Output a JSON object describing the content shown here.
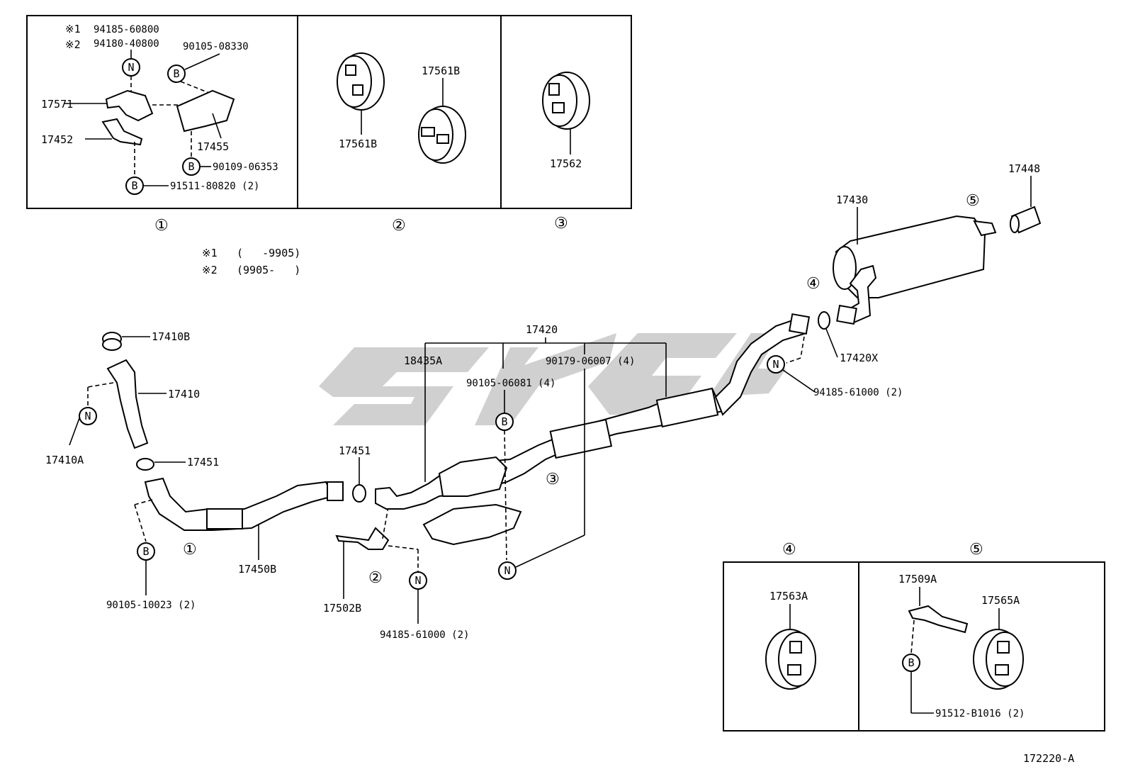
{
  "diagram_code": "172220-A",
  "watermark_color": "#c8c8c8",
  "legend": {
    "mark1": "※1",
    "mark2": "※2",
    "note1": "(   -9905)",
    "note2": "(9905-   )"
  },
  "inset_labels": {
    "i1": "①",
    "i2": "②",
    "i3": "③",
    "i4": "④",
    "i5": "⑤"
  },
  "symbols": {
    "b": "B",
    "n": "N"
  },
  "inset1": {
    "p9418560800": "94185-60800",
    "p9418040800": "94180-40800",
    "p9010508330": "90105-08330",
    "p17571": "17571",
    "p17452": "17452",
    "p17455": "17455",
    "p9010906353": "90109-06353",
    "p9151180820": "91511-80820 (2)"
  },
  "inset2": {
    "a": "17561B",
    "b": "17561B"
  },
  "inset3": {
    "a": "17562"
  },
  "inset4": {
    "a": "17563A"
  },
  "inset5": {
    "a": "17509A",
    "b": "17565A",
    "c": "91512-B1016 (2)"
  },
  "main": {
    "p17410B": "17410B",
    "p17410": "17410",
    "p17410A": "17410A",
    "p17451a": "17451",
    "p17451b": "17451",
    "p17450B": "17450B",
    "p9010510023": "90105-10023 (2)",
    "p17502B": "17502B",
    "p9418561000a": "94185-61000 (2)",
    "p17420": "17420",
    "p18435A": "18435A",
    "p9010506081": "90105-06081 (4)",
    "p9017906007": "90179-06007 (4)",
    "p17420X": "17420X",
    "p9418561000b": "94185-61000 (2)",
    "p17430": "17430",
    "p17448": "17448"
  }
}
